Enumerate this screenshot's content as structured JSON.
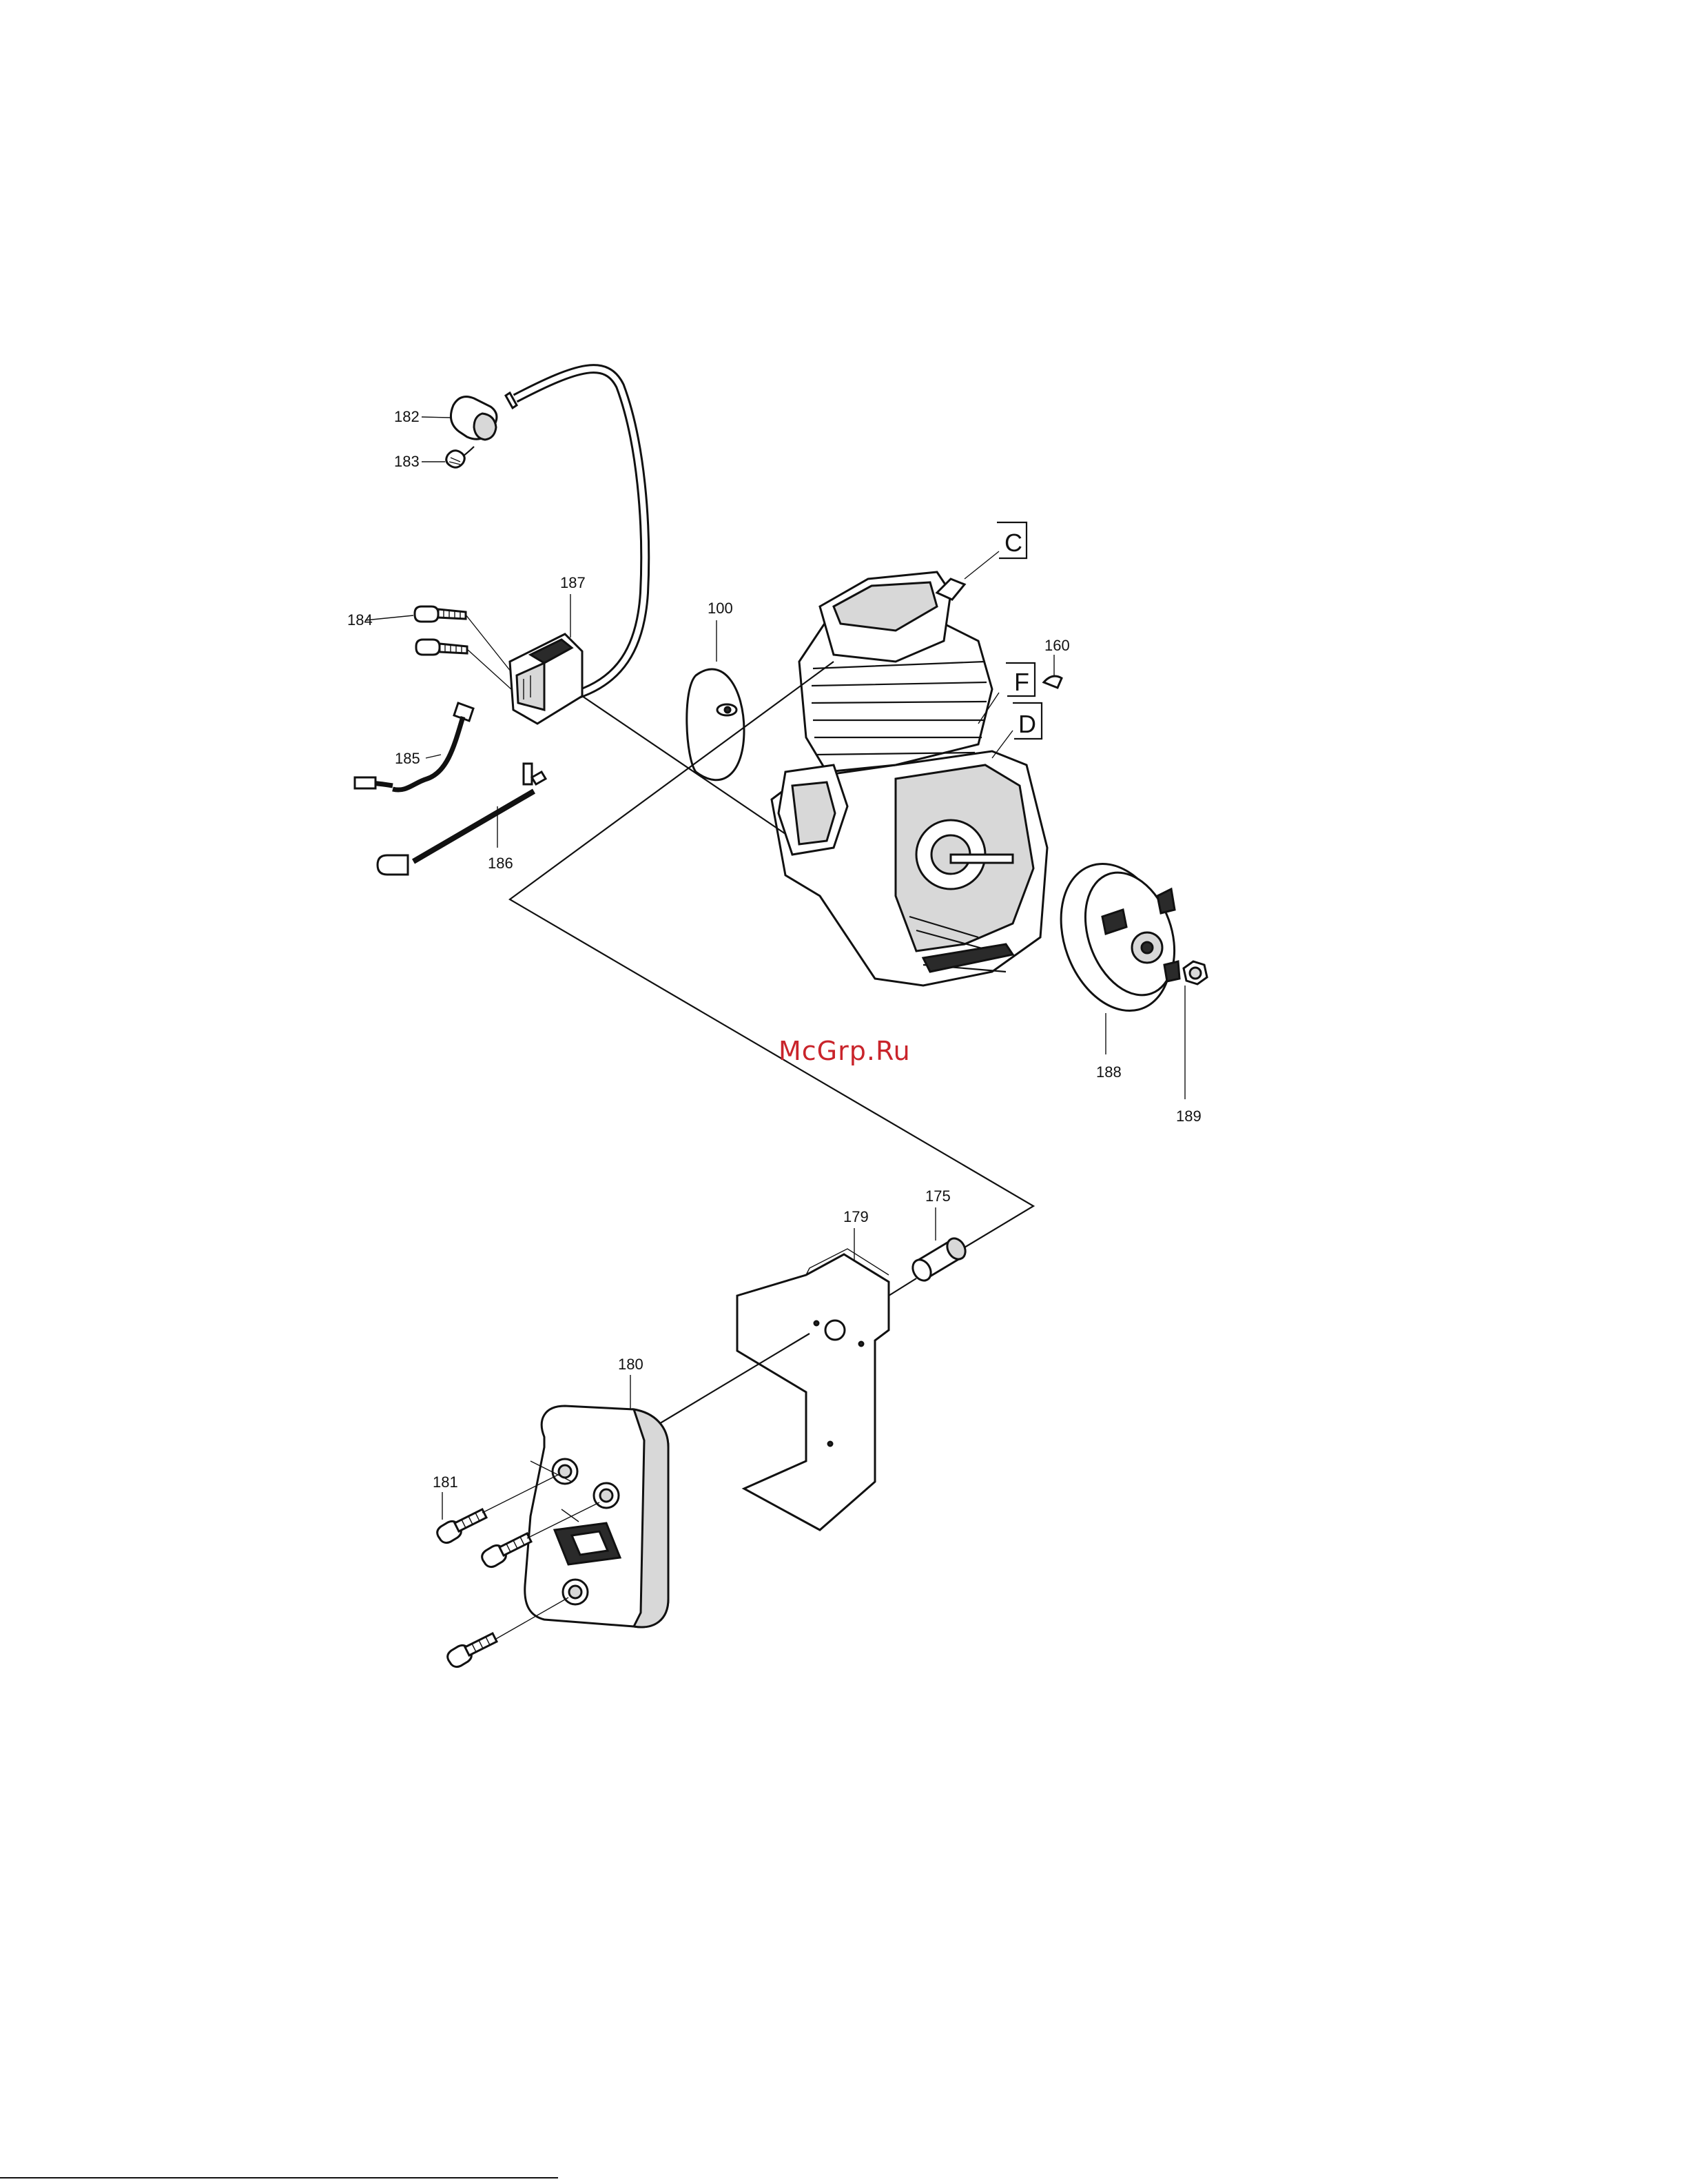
{
  "diagram": {
    "part_labels": {
      "p100": "100",
      "p160": "160",
      "p175": "175",
      "p179": "179",
      "p180": "180",
      "p181": "181",
      "p182": "182",
      "p183": "183",
      "p184": "184",
      "p185": "185",
      "p186": "186",
      "p187": "187",
      "p188": "188",
      "p189": "189"
    },
    "reference_boxes": {
      "c": "C",
      "f": "F",
      "d": "D"
    },
    "watermark": "McGrp.Ru"
  }
}
